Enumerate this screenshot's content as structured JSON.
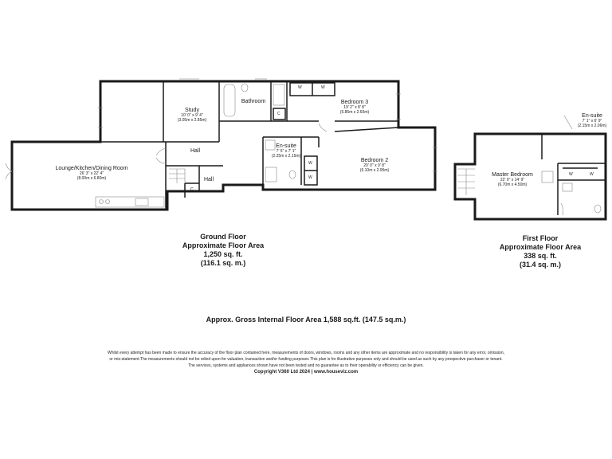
{
  "ground_floor": {
    "rooms": {
      "lounge": {
        "name": "Lounge/Kitchen/Dining Room",
        "dims": "26' 3\" x 22' 4\"",
        "metric": "(8.00m x 6.80m)"
      },
      "study": {
        "name": "Study",
        "dims": "10' 0\" x 9' 4\"",
        "metric": "(3.05m x 2.85m)"
      },
      "bathroom": {
        "name": "Bathroom"
      },
      "bedroom3": {
        "name": "Bedroom 3",
        "dims": "19' 2\" x 8' 8\"",
        "metric": "(5.85m x 2.65m)"
      },
      "hall_main": {
        "name": "Hall"
      },
      "hall_small": {
        "name": "Hall"
      },
      "ensuite": {
        "name": "En-suite",
        "dims": "7' 5\" x 7' 1\"",
        "metric": "(2.25m x 2.15m)"
      },
      "bedroom2": {
        "name": "Bedroom 2",
        "dims": "20' 0\" x 9' 8\"",
        "metric": "(6.10m x 2.95m)"
      }
    },
    "caption": {
      "title": "Ground Floor",
      "subtitle": "Approximate Floor Area",
      "sqft": "1,250 sq. ft.",
      "sqm": "(116.1 sq. m.)"
    }
  },
  "first_floor": {
    "rooms": {
      "master": {
        "name": "Master Bedroom",
        "dims": "22' 0\" x 14' 9\"",
        "metric": "(6.70m x 4.50m)"
      },
      "ensuite": {
        "name": "En-suite",
        "dims": "7' 1\" x 6' 9\"",
        "metric": "(2.15m x 2.06m)"
      }
    },
    "caption": {
      "title": "First Floor",
      "subtitle": "Approximate Floor Area",
      "sqft": "338 sq. ft.",
      "sqm": "(31.4 sq. m.)"
    }
  },
  "markers": {
    "wardrobe": "W",
    "cupboard": "C"
  },
  "gross_area": "Approx. Gross Internal Floor Area 1,588 sq.ft. (147.5 sq.m.)",
  "disclaimer": [
    "Whilst every attempt has been made to ensure the accuracy of the floor plan contained here, measurements of doors, windows, rooms and any other items are approximate and no responsibility is taken for any error, omission,",
    "or mis-statement.The measurements should not be relied upon for valuation, transaction and/or funding purposes This plan is for illustrative purposes only and should be used as such by any prospective purchaser or tenant.",
    "The services, systems and appliances shown have not been tested and no guarantee as to their operability or efficiency can be given."
  ],
  "copyright": "Copyright V360 Ltd 2024 | www.houseviz.com",
  "colors": {
    "wall": "#1a1a1a",
    "background": "#ffffff"
  }
}
